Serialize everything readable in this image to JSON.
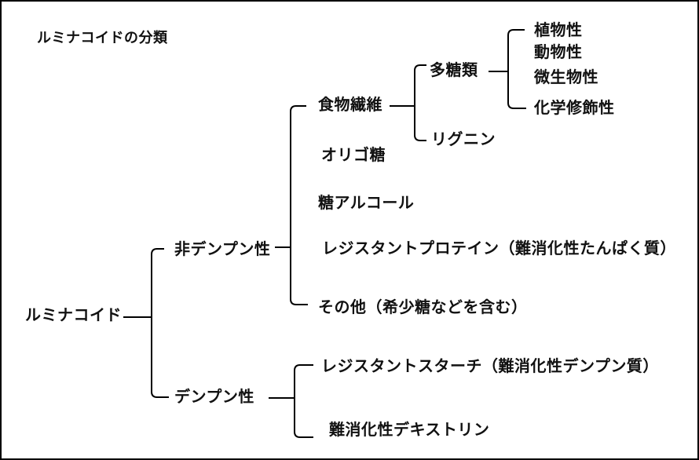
{
  "title": "ルミナコイドの分類",
  "colors": {
    "background": "#ffffff",
    "border": "#000000",
    "line": "#000000",
    "text": "#111111"
  },
  "tree": {
    "label": "ルミナコイド",
    "children": [
      {
        "label": "非デンプン性",
        "children": [
          {
            "label": "食物繊維",
            "children": [
              {
                "label": "多糖類",
                "children": [
                  {
                    "label": "植物性"
                  },
                  {
                    "label": "動物性"
                  },
                  {
                    "label": "微生物性"
                  },
                  {
                    "label": "化学修飾性"
                  }
                ]
              },
              {
                "label": "リグニン"
              }
            ]
          },
          {
            "label": "オリゴ糖"
          },
          {
            "label": "糖アルコール"
          },
          {
            "label": "レジスタントプロテイン（難消化性たんぱく質）"
          },
          {
            "label": "その他（希少糖などを含む）"
          }
        ]
      },
      {
        "label": "デンプン性",
        "children": [
          {
            "label": "レジスタントスターチ（難消化性デンプン質）"
          },
          {
            "label": "難消化性デキストリン"
          }
        ]
      }
    ]
  }
}
